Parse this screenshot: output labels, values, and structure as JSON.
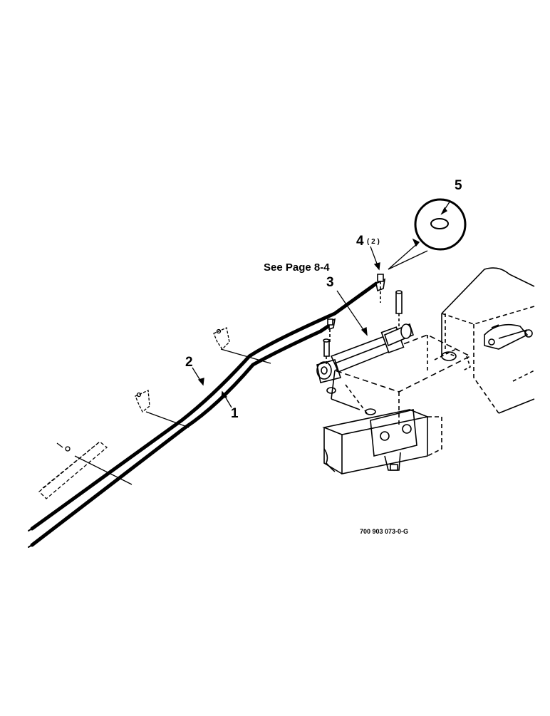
{
  "callouts": {
    "item1": "1",
    "item2": "2",
    "item3": "3",
    "item4": "4",
    "item4_qty": "( 2 )",
    "item5": "5"
  },
  "reference_note": "See Page 8-4",
  "drawing_number": "700 903 073-0-G"
}
